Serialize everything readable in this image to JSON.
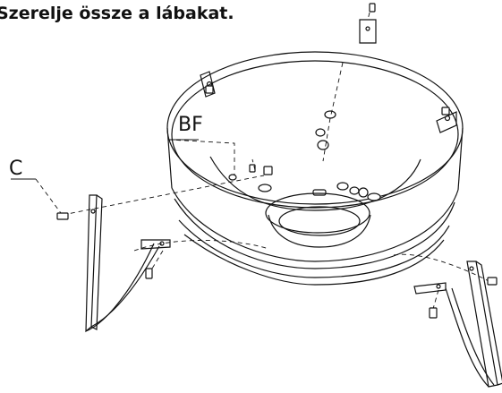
{
  "instruction": "Szerelje össze a lábakat.",
  "callouts": {
    "c": "C",
    "bf": "BF"
  },
  "colors": {
    "line": "#111111",
    "background": "#ffffff"
  }
}
